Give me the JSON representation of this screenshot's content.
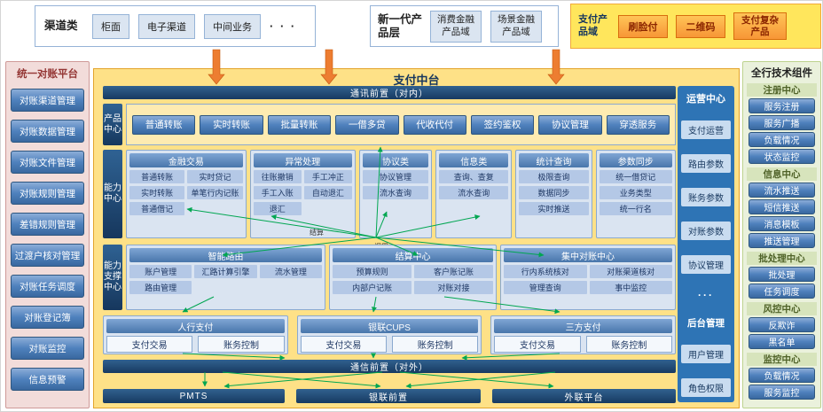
{
  "palette": {
    "navy": "#17375e",
    "blue_button": "#4f81bd",
    "light_blue_item": "#b4c8e6",
    "center_background": "#fee187",
    "orange_arrow": "#ed7d31",
    "green_arrow": "#00a651",
    "left_panel_bg": "#f2dcda",
    "right_panel_bg": "#eaf1dc",
    "ops_panel_bg": "#2e74b5"
  },
  "top": {
    "channel": {
      "label": "渠道类",
      "items": [
        "柜面",
        "电子渠道",
        "中间业务"
      ],
      "more": "· · ·"
    },
    "product_layer": {
      "label": "新一代产品层",
      "items": [
        "消费金融产品域",
        "场景金融产品域"
      ]
    },
    "payment_domain": {
      "label": "支付产品域",
      "items": [
        "刷脸付",
        "二维码",
        "支付复杂产品"
      ]
    }
  },
  "left_panel": {
    "title": "统一对账平台",
    "items": [
      "对账渠道管理",
      "对账数据管理",
      "对账文件管理",
      "对账规则管理",
      "差错规则管理",
      "过渡户核对管理",
      "对账任务调度",
      "对账登记簿",
      "对账监控",
      "信息预警"
    ]
  },
  "right_panel": {
    "title": "全行技术组件",
    "sections": [
      {
        "title": "注册中心",
        "items": [
          "服务注册",
          "服务广播",
          "负载情况",
          "状态监控"
        ]
      },
      {
        "title": "信息中心",
        "items": [
          "流水推送",
          "短信推送",
          "消息模板",
          "推送管理"
        ]
      },
      {
        "title": "批处理中心",
        "items": [
          "批处理",
          "任务调度"
        ]
      },
      {
        "title": "风控中心",
        "items": [
          "反欺诈",
          "黑名单"
        ]
      },
      {
        "title": "监控中心",
        "items": [
          "负载情况",
          "服务监控"
        ]
      }
    ]
  },
  "center": {
    "title": "支付中台",
    "comm_internal": "通讯前置（对内）",
    "comm_external": "通信前置（对外）",
    "product_center": {
      "label": "产品中心",
      "items": [
        "普通转账",
        "实时转账",
        "批量转账",
        "一借多贷",
        "代收代付",
        "签约鉴权",
        "协议管理",
        "穿透服务"
      ]
    },
    "capability_center": {
      "label": "能力中心",
      "groups": [
        {
          "title": "金融交易",
          "items": [
            "普通转账",
            "实时贷记",
            "实时转账",
            "单笔行内记账",
            "普通借记"
          ]
        },
        {
          "title": "异常处理",
          "items": [
            "往账撤销",
            "手工冲正",
            "手工入账",
            "自动退汇",
            "退汇"
          ]
        },
        {
          "title": "协议类",
          "items": [
            "协议管理",
            "流水查询"
          ]
        },
        {
          "title": "信息类",
          "items": [
            "查询、查复",
            "流水查询"
          ]
        },
        {
          "title": "统计查询",
          "items": [
            "极限查询",
            "数据同步",
            "实时推送"
          ]
        },
        {
          "title": "参数同步",
          "items": [
            "统一借贷记",
            "业务类型",
            "统一行名"
          ]
        }
      ]
    },
    "capability_support": {
      "label": "能力支撑中心",
      "groups": [
        {
          "title": "智能路由",
          "items": [
            "账户管理",
            "汇路计算引擎",
            "流水管理",
            "路由管理"
          ]
        },
        {
          "title": "结算中心",
          "items": [
            "预算规则",
            "客户账记账",
            "内部户记账",
            "对账对接"
          ]
        },
        {
          "title": "集中对账中心",
          "items": [
            "行内系统核对",
            "对账渠道核对",
            "管理查询",
            "事中监控"
          ]
        }
      ]
    },
    "payment_groups": [
      {
        "title": "人行支付",
        "items": [
          "支付交易",
          "账务控制"
        ]
      },
      {
        "title": "银联CUPS",
        "items": [
          "支付交易",
          "账务控制"
        ]
      },
      {
        "title": "三方支付",
        "items": [
          "支付交易",
          "账务控制"
        ]
      }
    ],
    "bottom_bars": [
      "PMTS",
      "银联前置",
      "外联平台"
    ],
    "arrow_labels": [
      "结算",
      "调用"
    ]
  },
  "ops_panel": {
    "title": "运营中心",
    "items": [
      "支付运营",
      "路由参数",
      "账务参数",
      "对账参数",
      "协议管理"
    ],
    "more": "···",
    "admin_label": "后台管理",
    "admin_items": [
      "用户管理",
      "角色权限"
    ]
  }
}
